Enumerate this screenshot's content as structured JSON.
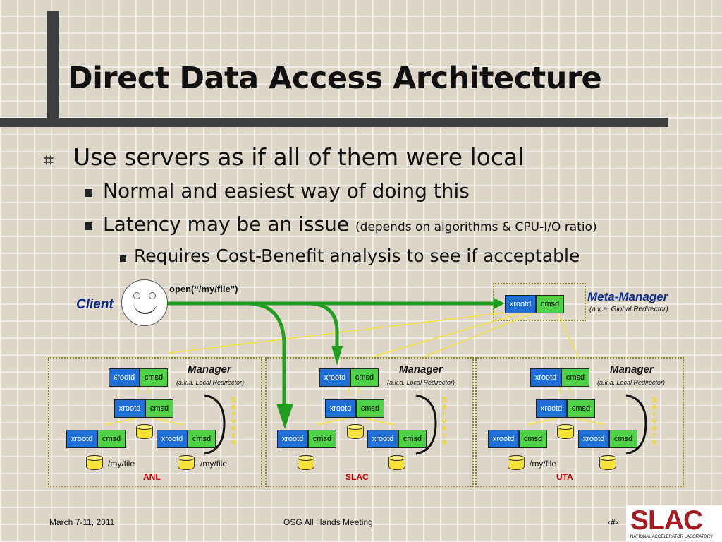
{
  "slide": {
    "title": "Direct Data Access Architecture",
    "bullets": [
      "Use servers as if all of them were local",
      "Normal and easiest way of doing this",
      "Latency may be an issue",
      "(depends on algorithms & CPU-I/O ratio)",
      "Requires Cost-Benefit analysis to see if acceptable"
    ]
  },
  "diagram": {
    "client_label": "Client",
    "open_call": "open(“/my/file”)",
    "meta_manager": {
      "title": "Meta-Manager",
      "subtitle": "(a.k.a. Global Redirector)"
    },
    "xrootd_label": "xrootd",
    "cmsd_label": "cmsd",
    "manager_title": "Manager",
    "manager_subtitle": "(a.k.a. Local Redirector)",
    "servers_label": "Servers",
    "file_path": "/my/file",
    "sites": [
      "ANL",
      "SLAC",
      "UTA"
    ]
  },
  "footer": {
    "date": "March 7-11, 2011",
    "event": "OSG All Hands Meeting",
    "page": "‹#›",
    "logo": "SLAC",
    "logo_sub": "NATIONAL ACCELERATOR LABORATORY"
  },
  "colors": {
    "xrootd": "#1f6fd6",
    "cmsd": "#4fd148",
    "arrow": "#1f9e1f",
    "site_label": "#c00000",
    "meta_title": "#0c2a8a",
    "logo": "#a41d23"
  },
  "icons": [
    "smiley-face-icon",
    "disk-cylinder-icon",
    "bullet-hash-icon",
    "bullet-square-icon"
  ]
}
